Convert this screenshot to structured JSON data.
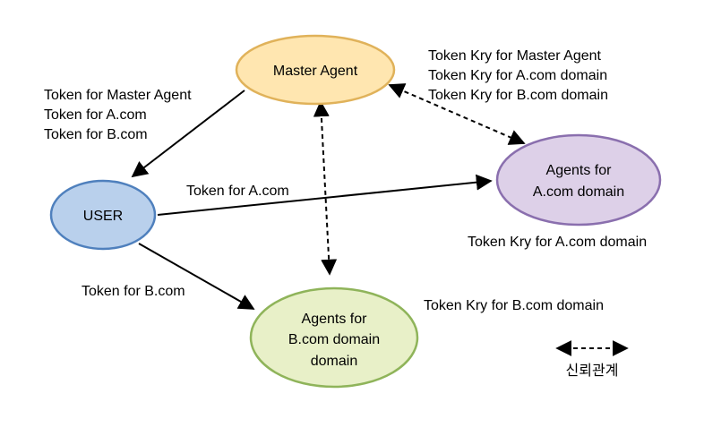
{
  "nodes": {
    "master": {
      "label": [
        "Master Agent"
      ],
      "fill": "#ffe6b0",
      "stroke": "#e0b25a"
    },
    "user": {
      "label": [
        "USER"
      ],
      "fill": "#b9d0ec",
      "stroke": "#4f80bd"
    },
    "agent_a": {
      "label": [
        "Agents for",
        "A.com domain"
      ],
      "fill": "#ddd0e8",
      "stroke": "#8a6fae"
    },
    "agent_b": {
      "label": [
        "Agents for",
        "B.com domain",
        "domain"
      ],
      "fill": "#e8f0c8",
      "stroke": "#8fb45a"
    }
  },
  "labels": {
    "user_tokens": [
      "Token for Master Agent",
      "Token for A.com",
      "Token for B.com"
    ],
    "master_keys": [
      "Token Kry for Master Agent",
      "Token Kry for A.com domain",
      "Token Kry for B.com domain"
    ],
    "user_to_a": "Token for A.com",
    "user_to_b": "Token for B.com",
    "agent_a_key": "Token Kry for A.com domain",
    "agent_b_key": "Token Kry for B.com domain"
  },
  "legend": {
    "label": "신뢰관계"
  }
}
